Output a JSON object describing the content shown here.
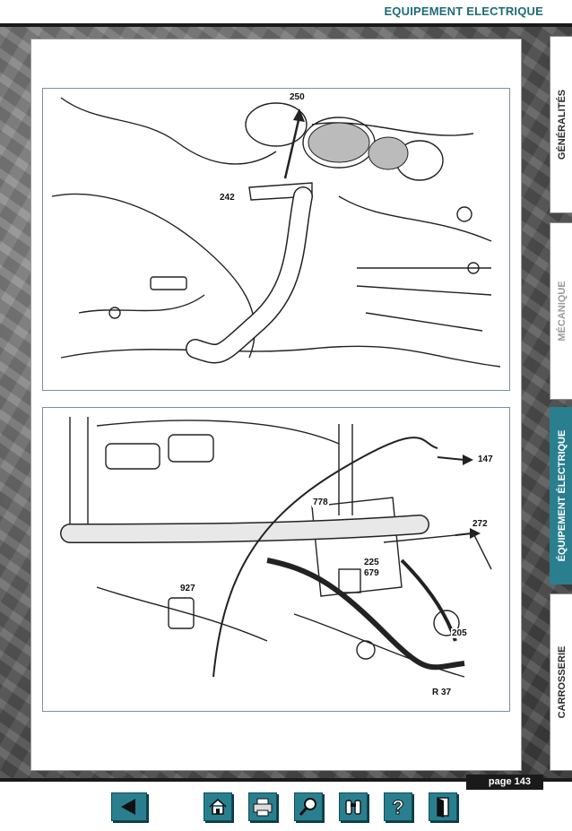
{
  "header": {
    "title": "EQUIPEMENT ELECTRIQUE"
  },
  "figure_top": {
    "callouts": [
      "250",
      "242"
    ]
  },
  "figure_bottom": {
    "callouts": [
      "147",
      "778",
      "272",
      "225",
      "679",
      "927",
      "205",
      "R 37"
    ]
  },
  "tabs": [
    {
      "label": "GÉNÉRALITÉS",
      "state": "normal"
    },
    {
      "label": "MÉCANIQUE",
      "state": "muted"
    },
    {
      "label": "ÉQUIPEMENT ÉLECTRIQUE",
      "state": "active"
    },
    {
      "label": "CARROSSERIE",
      "state": "normal"
    }
  ],
  "footer": {
    "page": "page 143"
  },
  "colors": {
    "accent": "#2a7f8f",
    "title": "#1e6b7a",
    "bar": "#1a1a1a"
  },
  "nav": [
    {
      "icon": "back-arrow-icon"
    },
    {
      "icon": "home-icon"
    },
    {
      "icon": "printer-icon"
    },
    {
      "icon": "magnifier-icon"
    },
    {
      "icon": "binoculars-icon"
    },
    {
      "icon": "question-icon"
    },
    {
      "icon": "exit-door-icon"
    }
  ]
}
